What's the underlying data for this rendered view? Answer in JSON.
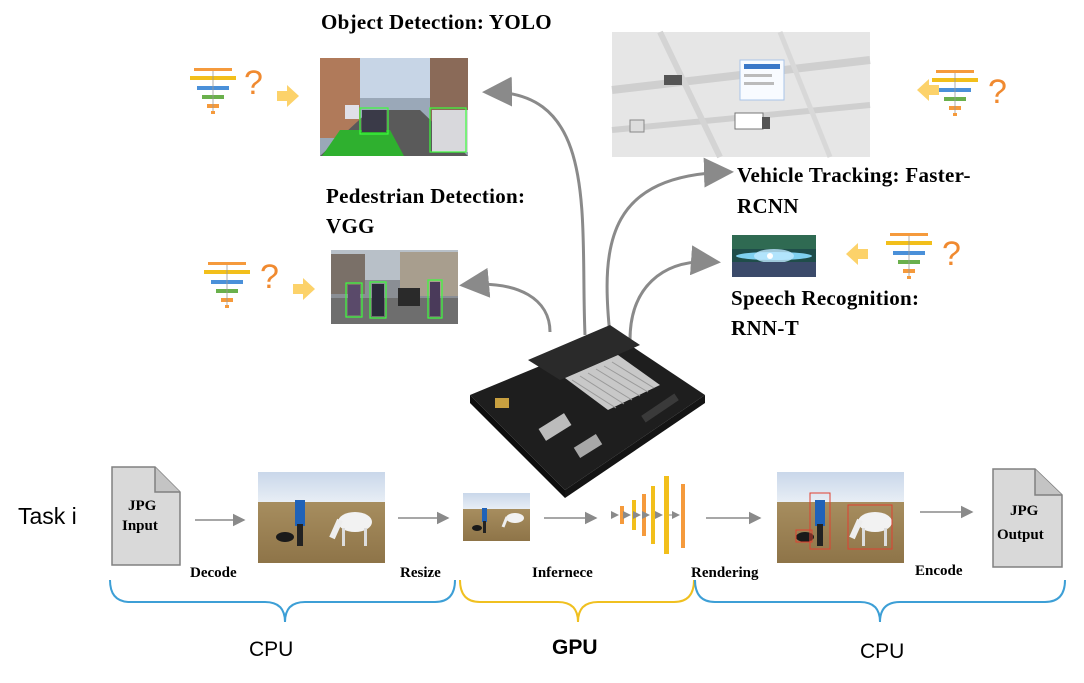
{
  "tasks": {
    "object_detection": "Object Detection: YOLO",
    "pedestrian_line1": "Pedestrian Detection:",
    "pedestrian_line2": "VGG",
    "vehicle_line1": "Vehicle Tracking: Faster-",
    "vehicle_line2": "RCNN",
    "speech_line1": "Speech Recognition:",
    "speech_line2": "RNN-T",
    "question_mark": "?"
  },
  "pipeline": {
    "task_label": "Task i",
    "input_file_line1": "JPG",
    "input_file_line2": "Input",
    "output_file_line1": "JPG",
    "output_file_line2": "Output",
    "steps": [
      "Decode",
      "Resize",
      "Infernece",
      "Rendering",
      "Encode"
    ],
    "processors": [
      "CPU",
      "GPU",
      "CPU"
    ]
  },
  "colors": {
    "cpu_brace": "#3d9fd6",
    "gpu_brace": "#f0c020",
    "arrow_gray": "#8a8a8a",
    "hint_arrow": "#fcd26a",
    "question": "#f08a30",
    "nn_orange": "#f59a3c",
    "nn_yellow": "#f2bf1b"
  },
  "icons": [
    "model-funnel-icon",
    "question-mark-icon",
    "right-arrow-icon",
    "left-arrow-icon",
    "document-icon",
    "jetson-board-image"
  ]
}
